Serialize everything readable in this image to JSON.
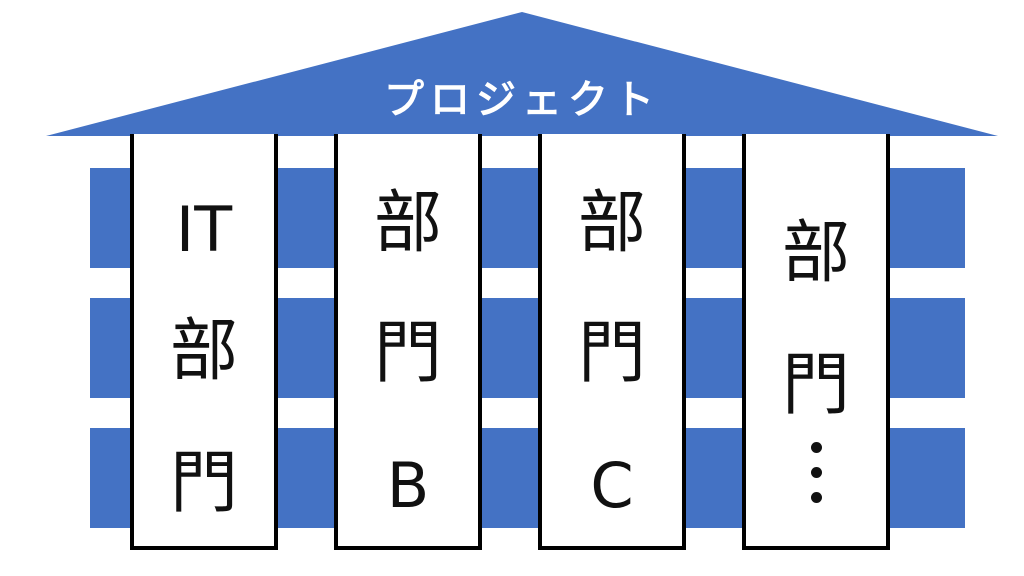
{
  "title": "プロジェクト",
  "colors": {
    "roof": "#4472c4",
    "bands": "#4472c4",
    "pillar_fill": "#ffffff",
    "pillar_border": "#000000",
    "title_text": "#ffffff"
  },
  "pillars": [
    {
      "lines": [
        "IT",
        "部",
        "門"
      ]
    },
    {
      "lines": [
        "部",
        "門",
        "B"
      ]
    },
    {
      "lines": [
        "部",
        "門",
        "C"
      ]
    },
    {
      "lines": [
        "部",
        "門"
      ],
      "trailing_icon": "vertical-ellipsis"
    }
  ]
}
